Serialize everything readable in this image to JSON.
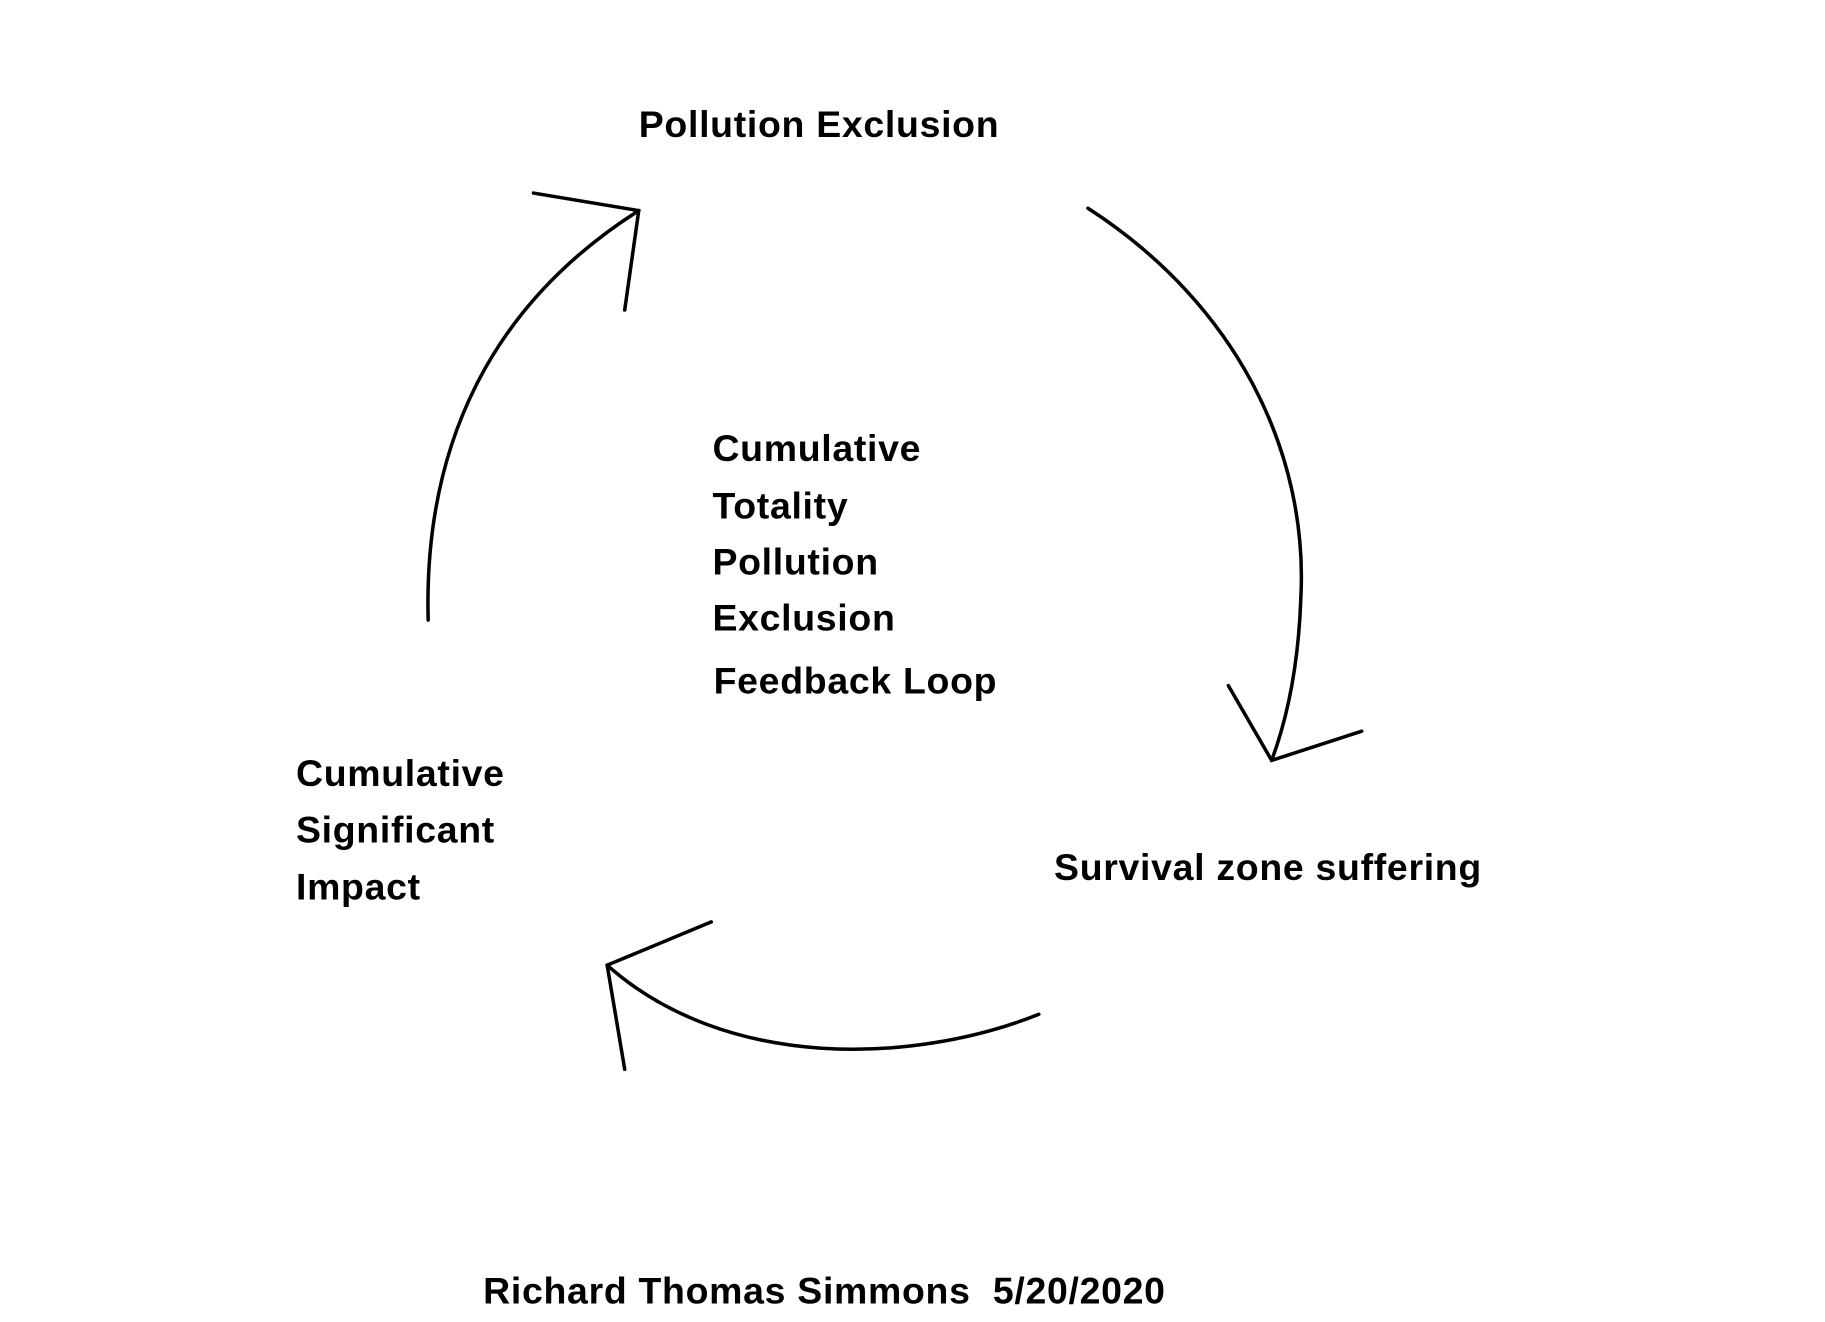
{
  "top_label": "Pollution Exclusion",
  "center_label": [
    "Cumulative",
    "Totality",
    "Pollution",
    "Exclusion",
    "Feedback Loop"
  ],
  "left_label": [
    "Cumulative",
    "Significant",
    "Impact"
  ],
  "right_label": "Survival zone suffering",
  "signature": "Richard Thomas Simmons  5/20/2020"
}
